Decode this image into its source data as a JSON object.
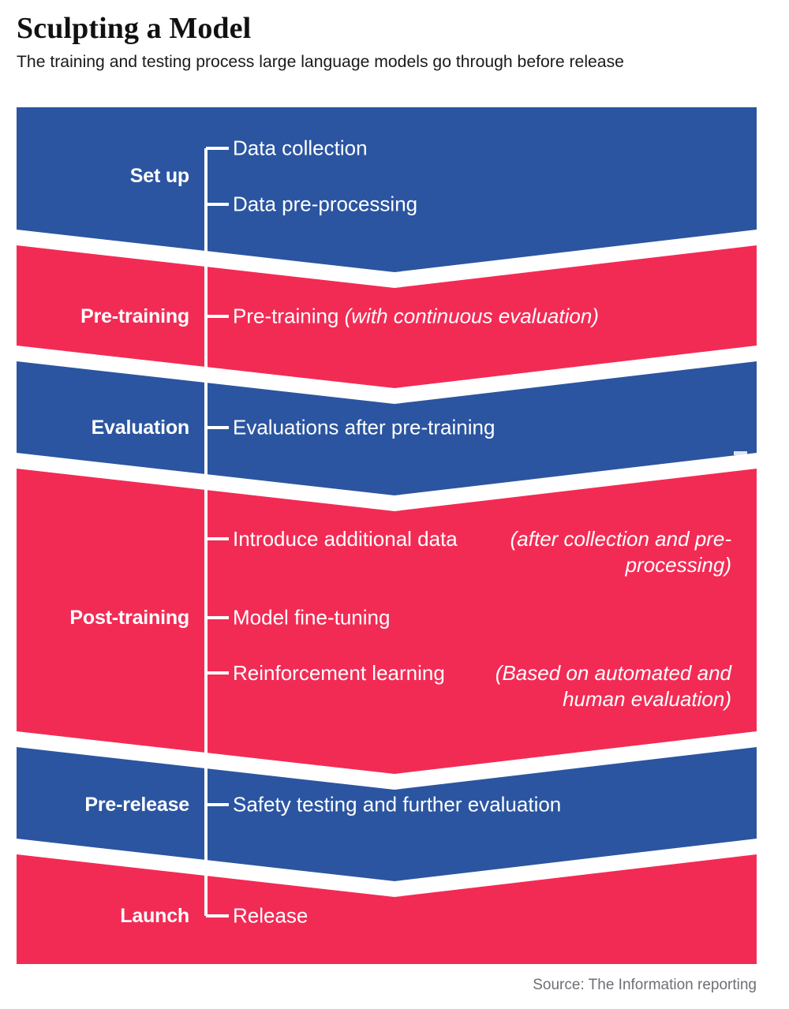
{
  "header": {
    "title": "Sculpting a Model",
    "subtitle": "The training and testing process large language models go through before release"
  },
  "colors": {
    "blue": "#2b55a0",
    "red": "#f22b55",
    "background": "#ffffff",
    "text_on_band": "#ffffff",
    "source_text": "#6e6e76"
  },
  "chart_data": {
    "type": "diagram",
    "subtype": "chevron-funnel",
    "title": "Sculpting a Model",
    "subtitle": "The training and testing process large language models go through before release",
    "orientation": "vertical",
    "direction": "top-to-bottom",
    "stages": [
      {
        "label": "Set up",
        "color": "#2b55a0",
        "items": [
          {
            "main": "Data collection",
            "note": ""
          },
          {
            "main": "Data pre-processing",
            "note": ""
          }
        ]
      },
      {
        "label": "Pre-training",
        "color": "#f22b55",
        "items": [
          {
            "main": "Pre-training",
            "note": "(with continuous evaluation)"
          }
        ]
      },
      {
        "label": "Evaluation",
        "color": "#2b55a0",
        "items": [
          {
            "main": "Evaluations after pre-training",
            "note": ""
          }
        ]
      },
      {
        "label": "Post-training",
        "color": "#f22b55",
        "items": [
          {
            "main": "Introduce additional data",
            "note": "(after collection and pre-processing)"
          },
          {
            "main": "Model fine-tuning",
            "note": ""
          },
          {
            "main": "Reinforcement learning",
            "note": "(Based on automated and human evaluation)"
          }
        ]
      },
      {
        "label": "Pre-release",
        "color": "#2b55a0",
        "items": [
          {
            "main": "Safety testing and further evaluation",
            "note": ""
          }
        ]
      },
      {
        "label": "Launch",
        "color": "#f22b55",
        "items": [
          {
            "main": "Release",
            "note": ""
          }
        ]
      }
    ]
  },
  "stages": {
    "s0": {
      "label": "Set up"
    },
    "s1": {
      "label": "Pre-training"
    },
    "s2": {
      "label": "Evaluation"
    },
    "s3": {
      "label": "Post-training"
    },
    "s4": {
      "label": "Pre-release"
    },
    "s5": {
      "label": "Launch"
    }
  },
  "items": {
    "i0": {
      "main": "Data collection",
      "note": ""
    },
    "i1": {
      "main": "Data pre-processing",
      "note": ""
    },
    "i2": {
      "main": "Pre-training",
      "note": "(with continuous evaluation)"
    },
    "i3": {
      "main": "Evaluations after pre-training",
      "note": ""
    },
    "i4": {
      "main": "Introduce additional data",
      "note": "(after collection and pre-processing)"
    },
    "i5": {
      "main": "Model fine-tuning",
      "note": ""
    },
    "i6": {
      "main": "Reinforcement learning",
      "note": "(Based on automated and human evaluation)"
    },
    "i7": {
      "main": "Safety testing and further evaluation",
      "note": ""
    },
    "i8": {
      "main": "Release",
      "note": ""
    }
  },
  "footer": {
    "source": "Source: The Information reporting"
  }
}
